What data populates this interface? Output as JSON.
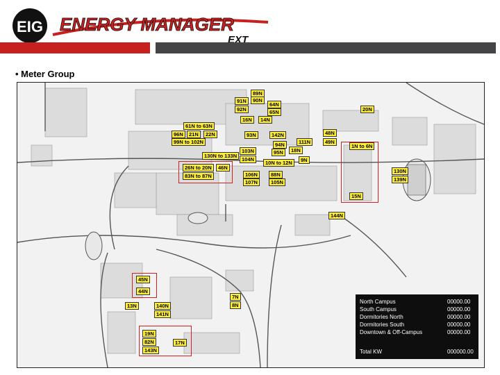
{
  "header": {
    "logo_mark": "EIG",
    "logo_title": "ENERGY MANAGER",
    "logo_suffix": "EXT"
  },
  "slide": {
    "bullet": "• Meter Group"
  },
  "map": {
    "meter_labels": [
      "89N",
      "91N",
      "90N",
      "92N",
      "64N",
      "65N",
      "20N",
      "16N",
      "14N",
      "61N to 63N",
      "96N",
      "21N",
      "22N",
      "99N to 102N",
      "93N",
      "142N",
      "48N",
      "111N",
      "49N",
      "1N to 6N",
      "94N",
      "103N",
      "95N",
      "18N",
      "130N to 133N",
      "104N",
      "9N",
      "10N to 12N",
      "26N to 20N",
      "46N",
      "106N",
      "83N to 87N",
      "88N",
      "130N",
      "107N",
      "105N",
      "139N",
      "15N",
      "144N",
      "45N",
      "44N",
      "7N",
      "8N",
      "13N",
      "140N",
      "141N",
      "19N",
      "82N",
      "17N",
      "143N"
    ]
  },
  "summary": {
    "rows": [
      {
        "name": "North Campus",
        "value": "00000.00"
      },
      {
        "name": "South Campus",
        "value": "00000.00"
      },
      {
        "name": "Dormitories North",
        "value": "00000.00"
      },
      {
        "name": "Dormitories South",
        "value": "00000.00"
      },
      {
        "name": "Downtown & Off-Campus",
        "value": "00000.00"
      }
    ],
    "total_label": "Total KW",
    "total_value": "000000.00"
  },
  "colors": {
    "accent_red": "#c8201e",
    "bar_gray": "#444447",
    "label_yellow": "#ffef3a",
    "group_red": "#d02020"
  }
}
